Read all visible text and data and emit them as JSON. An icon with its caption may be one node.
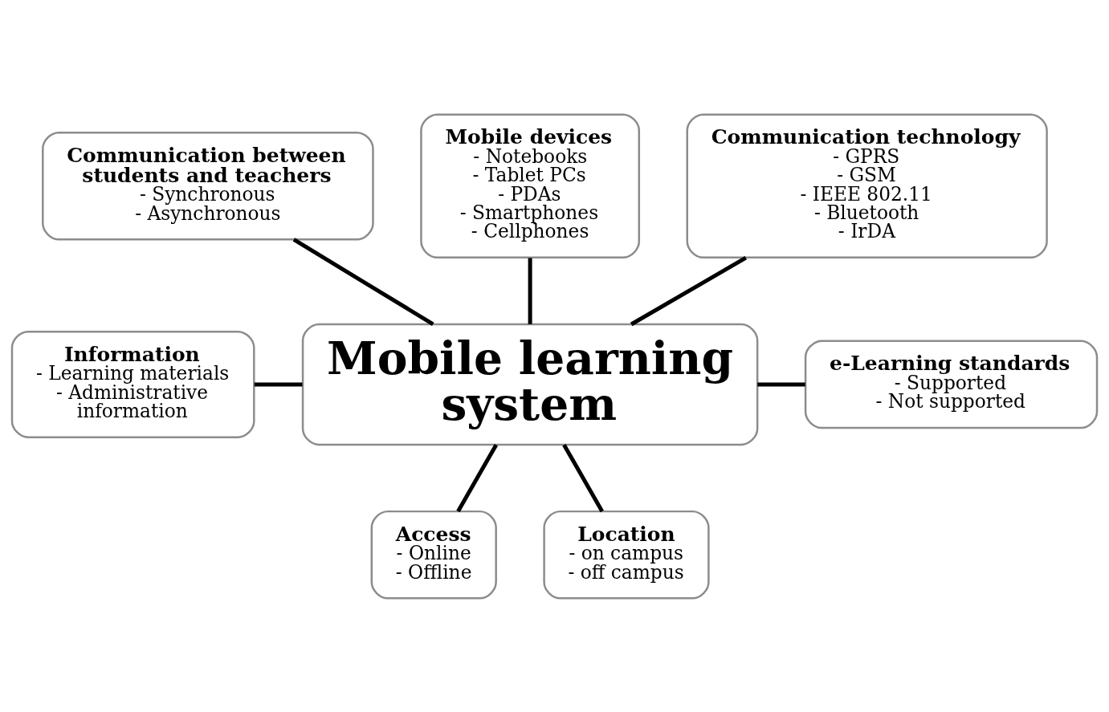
{
  "diagram": {
    "nodes": [
      {
        "text": [
          "Communication between students and teachers",
          "- Synchronous",
          "- Asynchronous"
        ]
      },
      {
        "text": [
          "Mobile devices",
          "- Notebooks",
          "- Tablet PCs",
          "- PDAs",
          "- Smartphones",
          "- Cellphones"
        ]
      },
      {
        "text": [
          "Communication technology",
          "- GPRS",
          "- GSM",
          "- IEEE 802.11",
          "- Bluetooth",
          "- IrDA"
        ]
      },
      {
        "text": [
          "Information",
          "- Learning materials",
          "- Administrative information"
        ]
      },
      {
        "text": [
          "Mobile learning system"
        ]
      },
      {
        "text": [
          "e-Learning standards",
          "- Supported",
          "- Not supported"
        ]
      },
      {
        "text": [
          "Access",
          "- Online",
          "- Offline"
        ]
      },
      {
        "text": [
          "Location",
          "- on campus",
          "- off campus"
        ]
      }
    ],
    "edges": [
      {
        "from": 0,
        "to": 4,
        "arrow": "none"
      },
      {
        "from": 1,
        "to": 4,
        "arrow": "none"
      },
      {
        "from": 2,
        "to": 4,
        "arrow": "none"
      },
      {
        "from": 3,
        "to": 4,
        "arrow": "none"
      },
      {
        "from": 4,
        "to": 5,
        "arrow": "none"
      },
      {
        "from": 4,
        "to": 6,
        "arrow": "none"
      },
      {
        "from": 4,
        "to": 7,
        "arrow": "none"
      }
    ]
  }
}
